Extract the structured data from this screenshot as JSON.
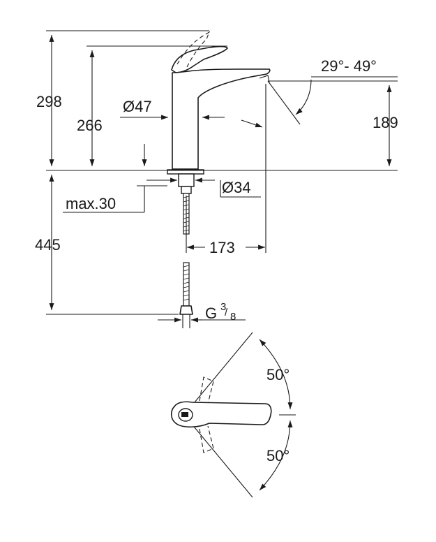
{
  "dimensions": {
    "total_height": "298",
    "handle_height": "266",
    "spout_height": "189",
    "body_diameter": "Ø47",
    "spout_angle": "29°- 49°",
    "thread_diameter": "Ø34",
    "max_thickness": "max.30",
    "hose_length": "445",
    "projection": "173",
    "connection_g": "G",
    "connection_num": "3",
    "connection_den": "8",
    "lever_angle_upper": "50°",
    "lever_angle_lower": "50°"
  }
}
